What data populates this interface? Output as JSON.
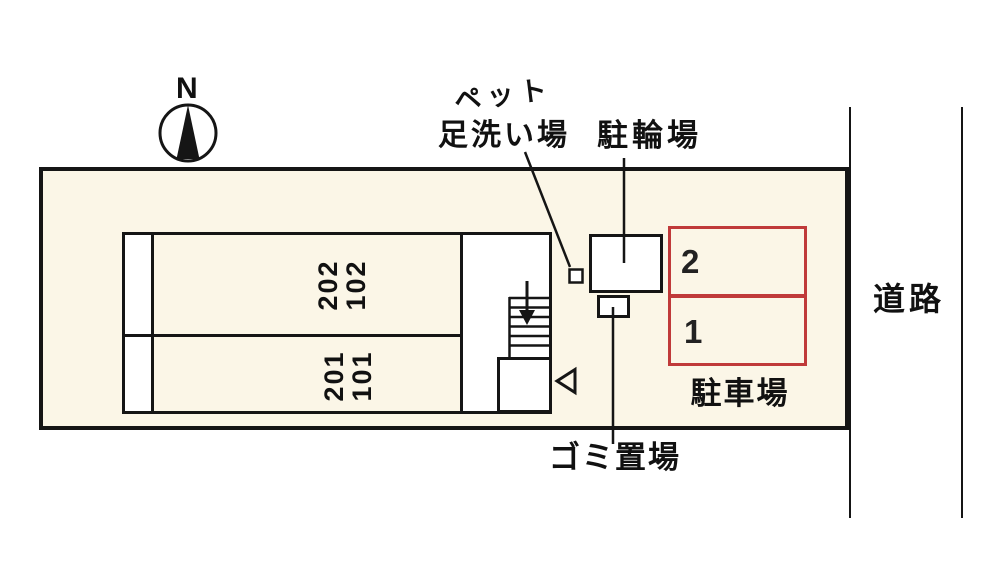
{
  "plan": {
    "compass_label": "N",
    "road_label": "道路",
    "pet_wash_label_line1": "ペット",
    "pet_wash_label_line2": "足洗い場",
    "bicycle_label": "駐輪場",
    "parking_lot_label": "駐車場",
    "garbage_label": "ゴミ置場",
    "rooms": [
      {
        "upper": "202",
        "lower": "102"
      },
      {
        "upper": "201",
        "lower": "101"
      }
    ],
    "parking_spaces": [
      {
        "number": "2"
      },
      {
        "number": "1"
      }
    ],
    "colors": {
      "site_fill": "#FBF6E7",
      "line": "#151515",
      "parking_border": "#C03A3A"
    }
  }
}
